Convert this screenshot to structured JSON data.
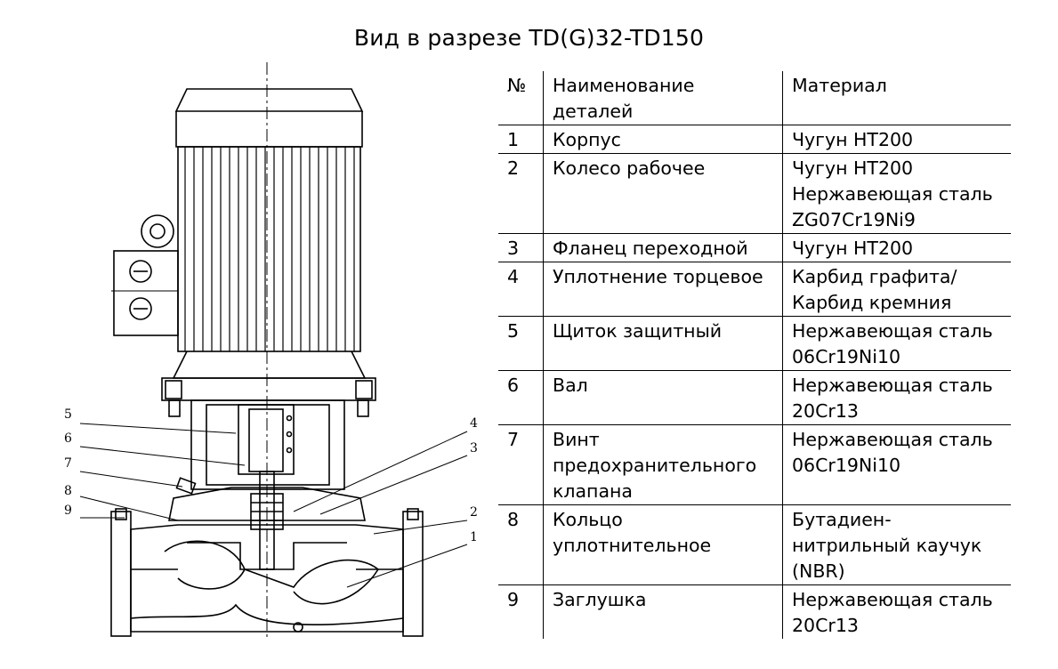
{
  "title": "Вид в разрезе TD(G)32-TD150",
  "table": {
    "headers": {
      "no": "№",
      "name": "Наименование\nдеталей",
      "material": "Материал"
    },
    "rows": [
      {
        "no": "1",
        "name": "Корпус",
        "material": "Чугун НТ200"
      },
      {
        "no": "2",
        "name": "Колесо рабочее",
        "material": "Чугун НТ200\nНержавеющая сталь\nZG07Cr19Ni9"
      },
      {
        "no": "3",
        "name": "Фланец переходной",
        "material": "Чугун НТ200"
      },
      {
        "no": "4",
        "name": "Уплотнение торцевое",
        "material": "Карбид графита/\nКарбид кремния"
      },
      {
        "no": "5",
        "name": "Щиток защитный",
        "material": "Нержавеющая сталь\n06Cr19Ni10"
      },
      {
        "no": "6",
        "name": "Вал",
        "material": "Нержавеющая сталь\n20Cr13"
      },
      {
        "no": "7",
        "name": "Винт\nпредохранительного\nклапана",
        "material": "Нержавеющая сталь\n06Cr19Ni10"
      },
      {
        "no": "8",
        "name": "Кольцо\nуплотнительное",
        "material": "Бутадиен-\nнитрильный каучук\n(NBR)"
      },
      {
        "no": "9",
        "name": "Заглушка",
        "material": "Нержавеющая сталь\n20Cr13"
      }
    ]
  },
  "callouts": [
    "1",
    "2",
    "3",
    "4",
    "5",
    "6",
    "7",
    "8",
    "9"
  ]
}
